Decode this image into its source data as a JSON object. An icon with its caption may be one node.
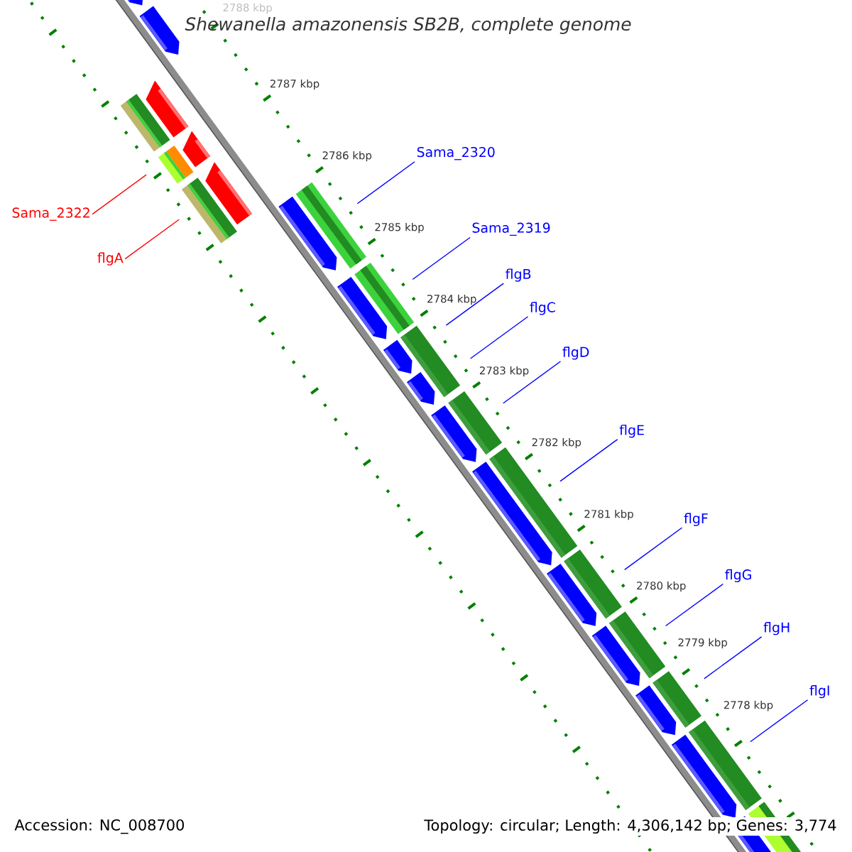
{
  "diagram": {
    "title": "Shewanella amazonensis SB2B, complete genome",
    "nodes": [
      {
        "text": [
          "Sama_2320"
        ]
      },
      {
        "text": [
          "Sama_2322"
        ]
      },
      {
        "text": [
          "Sama_2319"
        ]
      },
      {
        "text": [
          "flgA"
        ]
      },
      {
        "text": [
          "flgB"
        ]
      },
      {
        "text": [
          "flgC"
        ]
      },
      {
        "text": [
          "flgD"
        ]
      },
      {
        "text": [
          "flgE"
        ]
      },
      {
        "text": [
          "flgF"
        ]
      },
      {
        "text": [
          "flgG"
        ]
      },
      {
        "text": [
          "flgH"
        ]
      },
      {
        "text": [
          "flgI"
        ]
      }
    ],
    "edges": [
      {
        "from": 0,
        "to": null,
        "arrow": "none"
      },
      {
        "from": 1,
        "to": null,
        "arrow": "none",
        "color": "#ff0000"
      },
      {
        "from": 2,
        "to": null,
        "arrow": "none"
      },
      {
        "from": 3,
        "to": null,
        "arrow": "none",
        "color": "#ff0000"
      },
      {
        "from": 4,
        "to": null,
        "arrow": "none"
      },
      {
        "from": 5,
        "to": null,
        "arrow": "none"
      },
      {
        "from": 6,
        "to": null,
        "arrow": "none"
      },
      {
        "from": 7,
        "to": null,
        "arrow": "none"
      },
      {
        "from": 8,
        "to": null,
        "arrow": "none"
      },
      {
        "from": 9,
        "to": null,
        "arrow": "none"
      },
      {
        "from": 10,
        "to": null,
        "arrow": "none"
      },
      {
        "from": 11,
        "to": null,
        "arrow": "none"
      }
    ],
    "labels": [
      "2788 kbp",
      "2787 kbp",
      "2786 kbp",
      "2785 kbp",
      "2784 kbp",
      "2783 kbp",
      "2782 kbp",
      "2781 kbp",
      "2780 kbp",
      "2779 kbp",
      "2778 kbp",
      "Accession: NC_008700",
      "Topology: circular; Length: 4,306,142 bp; Genes: 3,774"
    ]
  }
}
